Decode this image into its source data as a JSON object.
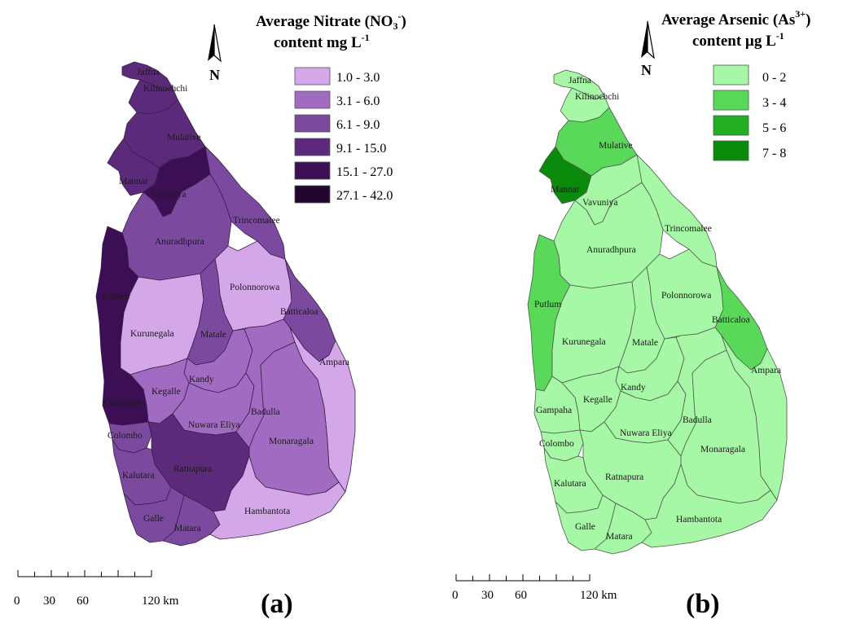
{
  "map_a": {
    "title_line1": "Average Nitrate (NO",
    "title_sub": "3",
    "title_sup": "-",
    "title_close": ")",
    "title_line2": "content mg L",
    "title_line2_sup": "-1",
    "north": "N",
    "panel_label": "(a)",
    "legend": [
      {
        "label": "1.0 - 3.0",
        "color": "#d4a7e8"
      },
      {
        "label": "3.1 - 6.0",
        "color": "#a26bc2"
      },
      {
        "label": "6.1 - 9.0",
        "color": "#7b4a9e"
      },
      {
        "label": "9.1 - 15.0",
        "color": "#5b2a7a"
      },
      {
        "label": "15.1 - 27.0",
        "color": "#3c0f55"
      },
      {
        "label": "27.1 - 42.0",
        "color": "#22052f"
      }
    ],
    "districts": [
      {
        "name": "Jaffna",
        "class": 3
      },
      {
        "name": "Kilinochchi",
        "class": 3
      },
      {
        "name": "Mulative",
        "class": 3
      },
      {
        "name": "Mannar",
        "class": 3
      },
      {
        "name": "Vavuniya",
        "class": 4
      },
      {
        "name": "Trincomalee",
        "class": 2
      },
      {
        "name": "Anuradhpura",
        "class": 2
      },
      {
        "name": "Putlum",
        "class": 4
      },
      {
        "name": "Polonnorowa",
        "class": 0
      },
      {
        "name": "Batticaloa",
        "class": 2
      },
      {
        "name": "Kurunegala",
        "class": 0
      },
      {
        "name": "Matale",
        "class": 2
      },
      {
        "name": "Kandy",
        "class": 1
      },
      {
        "name": "Kegalle",
        "class": 1
      },
      {
        "name": "Gampaha",
        "class": 4
      },
      {
        "name": "Nuwara Eliya",
        "class": 1
      },
      {
        "name": "Badulla",
        "class": 1
      },
      {
        "name": "Ampara",
        "class": 0
      },
      {
        "name": "Colombo",
        "class": 2
      },
      {
        "name": "Monaragala",
        "class": 1
      },
      {
        "name": "Ratnapura",
        "class": 3
      },
      {
        "name": "Kalutara",
        "class": 2
      },
      {
        "name": "Galle",
        "class": 2
      },
      {
        "name": "Matara",
        "class": 2
      },
      {
        "name": "Hambantota",
        "class": 0
      }
    ]
  },
  "map_b": {
    "title_line1": "Average Arsenic (As",
    "title_sup": "3+",
    "title_close": ")",
    "title_line2": "content  µg L",
    "title_line2_sup": "-1",
    "north": "N",
    "panel_label": "(b)",
    "legend": [
      {
        "label": "0 - 2",
        "color": "#a6f7a6"
      },
      {
        "label": "3 - 4",
        "color": "#5ad85a"
      },
      {
        "label": "5 - 6",
        "color": "#22b022"
      },
      {
        "label": "7 - 8",
        "color": "#0a8a0a"
      }
    ],
    "districts": [
      {
        "name": "Jaffna",
        "class": 0
      },
      {
        "name": "Kilinochchi",
        "class": 0
      },
      {
        "name": "Mulative",
        "class": 1
      },
      {
        "name": "Mannar",
        "class": 3
      },
      {
        "name": "Vavuniya",
        "class": 0
      },
      {
        "name": "Trincomalee",
        "class": 0
      },
      {
        "name": "Anuradhpura",
        "class": 0
      },
      {
        "name": "Putlum",
        "class": 1
      },
      {
        "name": "Polonnorowa",
        "class": 0
      },
      {
        "name": "Batticaloa",
        "class": 1
      },
      {
        "name": "Kurunegala",
        "class": 0
      },
      {
        "name": "Matale",
        "class": 0
      },
      {
        "name": "Kandy",
        "class": 0
      },
      {
        "name": "Kegalle",
        "class": 0
      },
      {
        "name": "Gampaha",
        "class": 0
      },
      {
        "name": "Nuwara Eliya",
        "class": 0
      },
      {
        "name": "Badulla",
        "class": 0
      },
      {
        "name": "Ampara",
        "class": 0
      },
      {
        "name": "Colombo",
        "class": 0
      },
      {
        "name": "Monaragala",
        "class": 0
      },
      {
        "name": "Ratnapura",
        "class": 0
      },
      {
        "name": "Kalutara",
        "class": 0
      },
      {
        "name": "Galle",
        "class": 0
      },
      {
        "name": "Matara",
        "class": 0
      },
      {
        "name": "Hambantota",
        "class": 0
      }
    ]
  },
  "scale_bar": {
    "labels": [
      "0",
      "30",
      "60",
      "120 km"
    ]
  }
}
